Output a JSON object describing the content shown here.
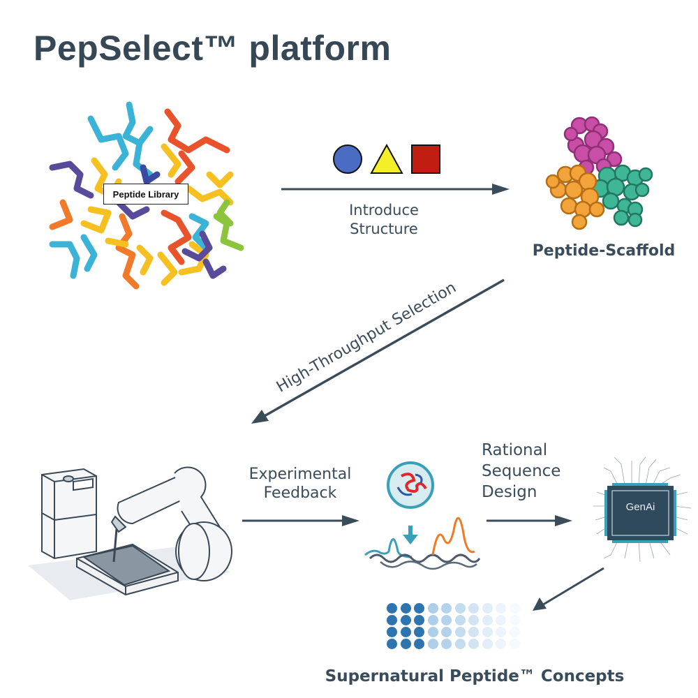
{
  "title": "PepSelect™ platform",
  "nodes": {
    "library": {
      "label": "Peptide Library",
      "icon": "peptide-library-icon"
    },
    "scaffold": {
      "label": "Peptide-Scaffold",
      "icon": "peptide-scaffold-icon"
    },
    "robot": {
      "icon": "lab-robot-arm-icon"
    },
    "analysis": {
      "icon": "peptide-analysis-icon"
    },
    "genai": {
      "label": "GenAi",
      "icon": "ai-chip-icon"
    },
    "concepts": {
      "label": "Supernatural Peptide™ Concepts",
      "icon": "peptide-dot-matrix-icon"
    }
  },
  "edges": {
    "introduce_structure": {
      "line1": "Introduce",
      "line2": "Structure",
      "shapes": [
        "circle",
        "triangle",
        "square"
      ]
    },
    "high_throughput": {
      "label": "High-Throughput Selection"
    },
    "experimental_feedback": {
      "line1": "Experimental",
      "line2": "Feedback"
    },
    "rational_design": {
      "line1": "Rational",
      "line2": "Sequence",
      "line3": "Design"
    }
  },
  "colors": {
    "text": "#364756",
    "arrow": "#3a4b5a",
    "shape_circle": "#4a6cc2",
    "shape_triangle": "#f5ef2a",
    "shape_square": "#c21d12",
    "chip": "#2f4a5c",
    "dot_dark": "#2e75b0"
  },
  "dot_matrix": {
    "rows": 4,
    "cols": 10,
    "opacity": [
      1,
      1,
      1,
      0.55,
      0.5,
      0.4,
      0.3,
      0.2,
      0.12,
      0.06
    ]
  }
}
